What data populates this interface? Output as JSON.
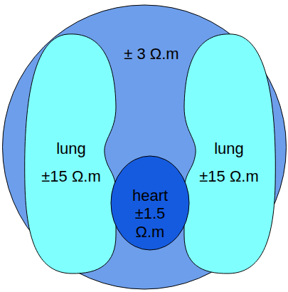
{
  "diagram": {
    "nodes": [
      {
        "text": [
          "± 3 Ω.m"
        ]
      },
      {
        "text": [
          "lung",
          "±15 Ω.m"
        ],
        "in": 0
      },
      {
        "text": [
          "lung",
          "±15 Ω.m"
        ],
        "in": 0
      },
      {
        "text": [
          "heart",
          "±1.5 Ω.m"
        ],
        "in": 0
      }
    ]
  }
}
